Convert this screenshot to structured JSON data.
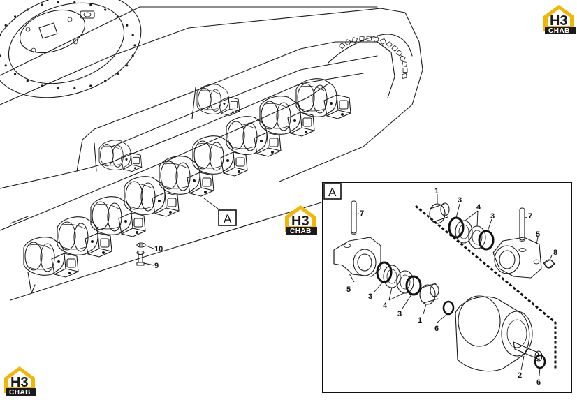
{
  "callout": {
    "letter": "A"
  },
  "detail": {
    "letter": "A"
  },
  "overview_labels": [
    {
      "id": "10",
      "text": "10"
    },
    {
      "id": "9",
      "text": "9"
    }
  ],
  "detail_labels": [
    {
      "id": "d1a",
      "text": "1"
    },
    {
      "id": "d3a",
      "text": "3"
    },
    {
      "id": "d4a",
      "text": "4"
    },
    {
      "id": "d3b",
      "text": "3"
    },
    {
      "id": "d7a",
      "text": "7"
    },
    {
      "id": "d7b",
      "text": "7"
    },
    {
      "id": "d5a",
      "text": "5"
    },
    {
      "id": "d8",
      "text": "8"
    },
    {
      "id": "d5b",
      "text": "5"
    },
    {
      "id": "d3c",
      "text": "3"
    },
    {
      "id": "d4b",
      "text": "4"
    },
    {
      "id": "d3d",
      "text": "3"
    },
    {
      "id": "d1b",
      "text": "1"
    },
    {
      "id": "d6a",
      "text": "6"
    },
    {
      "id": "d2",
      "text": "2"
    },
    {
      "id": "d6b",
      "text": "6"
    }
  ],
  "logos": [
    {
      "id": "logo-top-right",
      "top": "H3",
      "bottom": "CHAB"
    },
    {
      "id": "logo-middle",
      "top": "H3",
      "bottom": "CHAB"
    },
    {
      "id": "logo-bottom-left",
      "top": "H3",
      "bottom": "CHAB"
    }
  ],
  "colors": {
    "logo_accent": "#f2b705",
    "logo_dark": "#1a1a1a",
    "line": "#1a1a1a"
  }
}
